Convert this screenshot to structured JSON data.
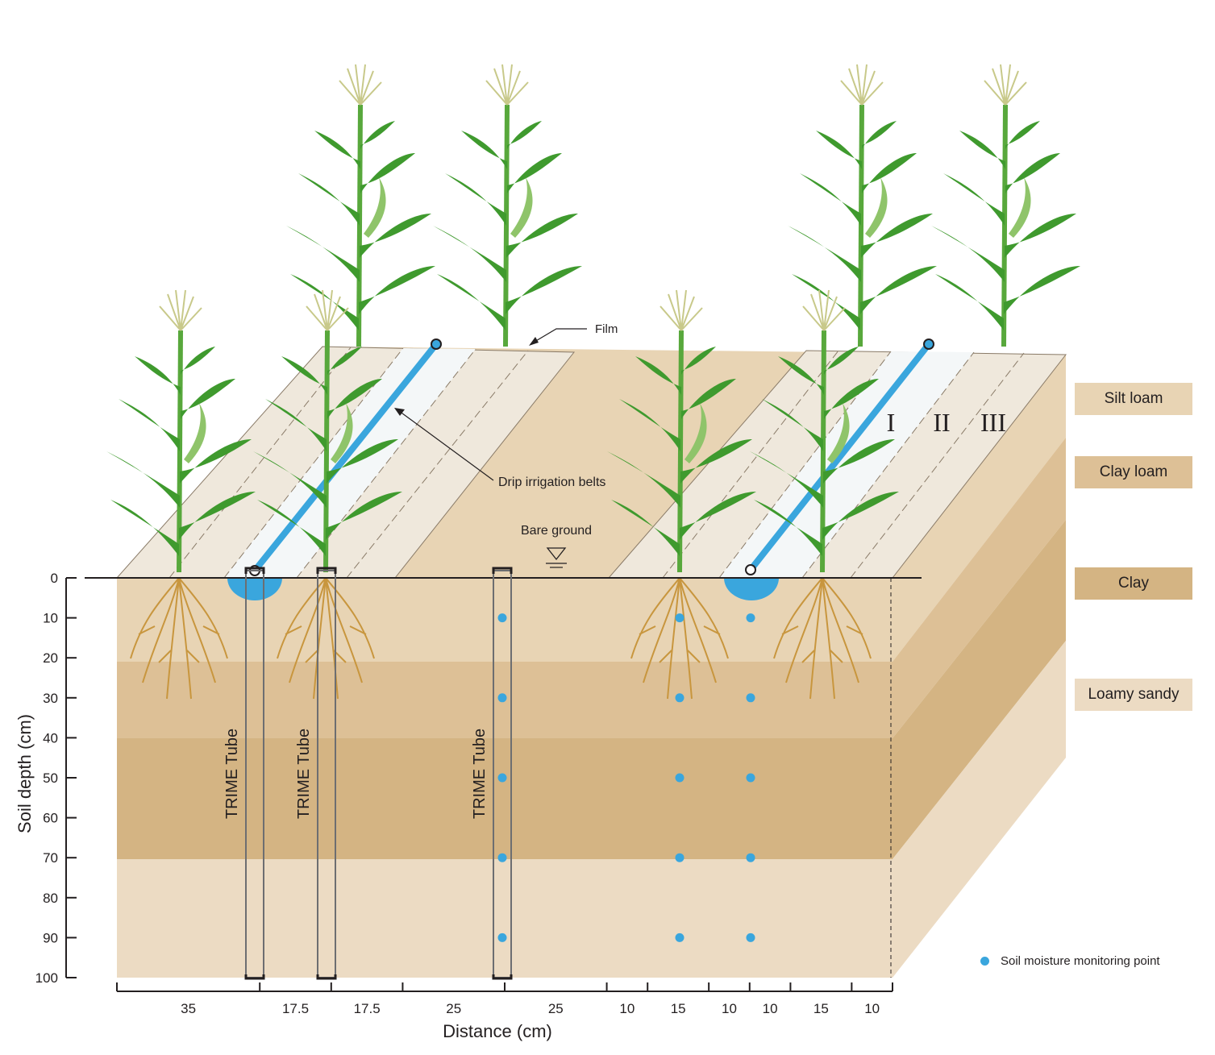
{
  "labels": {
    "film": "Film",
    "drip": "Drip irrigation belts",
    "bare": "Bare ground",
    "tube": "TRIME Tube",
    "zone_i": "I",
    "zone_ii": "II",
    "zone_iii": "III",
    "y_axis": "Soil depth (cm)",
    "x_axis": "Distance (cm)",
    "point_legend": "Soil moisture monitoring point"
  },
  "soil_layers": [
    {
      "name": "Silt loam",
      "color": "#e8d4b4"
    },
    {
      "name": "Clay loam",
      "color": "#ddc096"
    },
    {
      "name": "Clay",
      "color": "#d4b483"
    },
    {
      "name": "Loamy sandy",
      "color": "#ecdbc3"
    }
  ],
  "depth_ticks": [
    "0",
    "10",
    "20",
    "30",
    "40",
    "50",
    "60",
    "70",
    "80",
    "90",
    "100"
  ],
  "distance_segments": [
    "35",
    "17.5",
    "17.5",
    "25",
    "25",
    "10",
    "15",
    "10",
    "10",
    "15",
    "10"
  ],
  "monitoring_depths_cm": [
    10,
    30,
    50,
    70,
    90
  ],
  "colors": {
    "water": "#3aa6dd",
    "film": "#efe8dc",
    "film_center": "#f4f7f8",
    "leaf": "#3f9a2e",
    "root": "#c8963e"
  }
}
